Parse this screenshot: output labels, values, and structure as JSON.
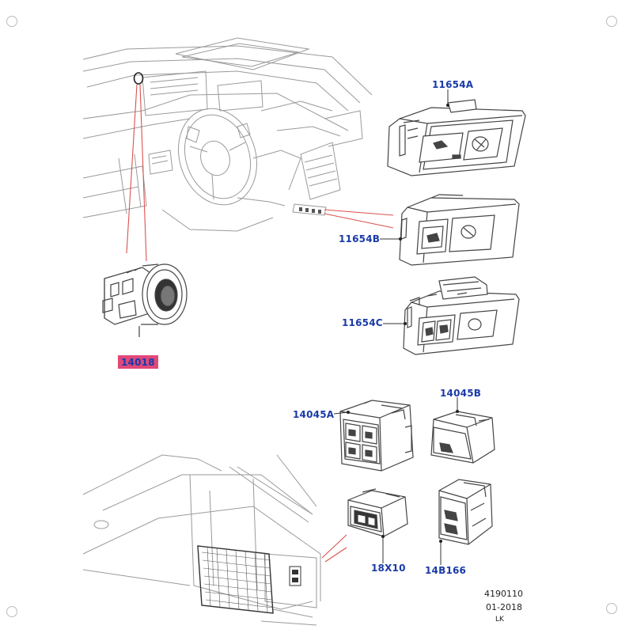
{
  "diagram": {
    "parts": {
      "switch_a": "11654A",
      "switch_b": "11654B",
      "switch_c": "11654C",
      "socket": "14018",
      "module_a": "14045A",
      "module_b": "14045B",
      "module_c": "18X10",
      "module_d": "14B166"
    },
    "footer": {
      "drawing_number": "4190110",
      "date": "01-2018",
      "code": "LK"
    },
    "colors": {
      "label_text": "#1a3aa8",
      "highlight": "#e0487a",
      "leader_line": "#d9534f",
      "drawing_line": "#555555",
      "faint_line": "#9a9a9a"
    }
  }
}
